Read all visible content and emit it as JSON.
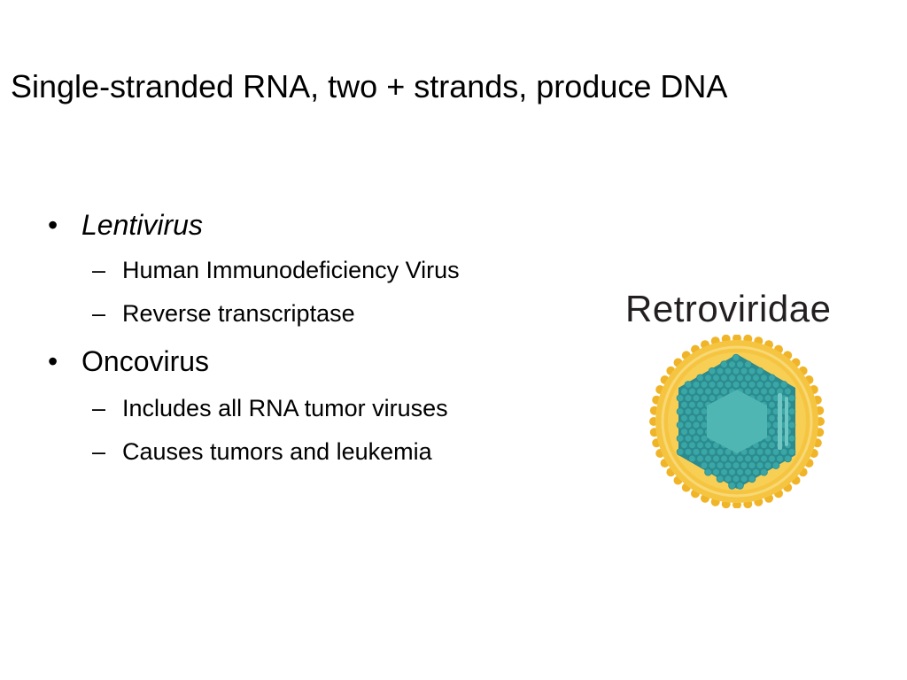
{
  "slide": {
    "title": "Single-stranded RNA, two + strands, produce DNA",
    "bullets": [
      {
        "marker": "•",
        "text": "Lentivirus",
        "italic": true,
        "subitems": [
          {
            "marker": "–",
            "text": "Human Immunodeficiency Virus"
          },
          {
            "marker": "–",
            "text": "Reverse transcriptase"
          }
        ]
      },
      {
        "marker": "•",
        "text": "Oncovirus",
        "italic": false,
        "subitems": [
          {
            "marker": "–",
            "text": "Includes all RNA tumor viruses"
          },
          {
            "marker": "–",
            "text": "Causes tumors and leukemia"
          }
        ]
      }
    ]
  },
  "figure": {
    "label": "Retroviridae",
    "icon": "retrovirus-illustration-icon",
    "colors": {
      "envelope": "#f5c542",
      "envelope_edge": "#f0b429",
      "capsid": "#3aa6a6",
      "capsid_dark": "#2c8b8f",
      "core": "#4fb6b3"
    }
  }
}
